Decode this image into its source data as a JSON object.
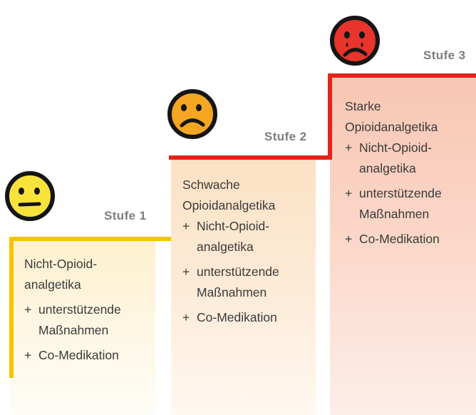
{
  "steps": [
    {
      "label": "Stufe 1",
      "face": "neutral-face-icon",
      "color": "#f5c400",
      "heading": [
        "Nicht-Opioid-",
        "analgetika"
      ],
      "items": [
        {
          "prefix": "+",
          "lines": [
            "unterstützende",
            "Maßnahmen"
          ]
        },
        {
          "prefix": "+",
          "lines": [
            "Co-Medikation"
          ]
        }
      ]
    },
    {
      "label": "Stufe 2",
      "face": "sad-face-icon",
      "color": "#e94e1b",
      "heading": [
        "Schwache",
        "Opioidanalgetika"
      ],
      "items": [
        {
          "prefix": "+",
          "lines": [
            "Nicht-Opioid-",
            "analgetika"
          ]
        },
        {
          "prefix": "+",
          "lines": [
            "unterstützende",
            "Maßnahmen"
          ]
        },
        {
          "prefix": "+",
          "lines": [
            "Co-Medikation"
          ]
        }
      ]
    },
    {
      "label": "Stufe 3",
      "face": "crying-face-icon",
      "color": "#e3231b",
      "heading": [
        "Starke",
        "Opioidanalgetika"
      ],
      "items": [
        {
          "prefix": "+",
          "lines": [
            "Nicht-Opioid-",
            "analgetika"
          ]
        },
        {
          "prefix": "+",
          "lines": [
            "unterstützende",
            "Maßnahmen"
          ]
        },
        {
          "prefix": "+",
          "lines": [
            "Co-Medikation"
          ]
        }
      ]
    }
  ]
}
